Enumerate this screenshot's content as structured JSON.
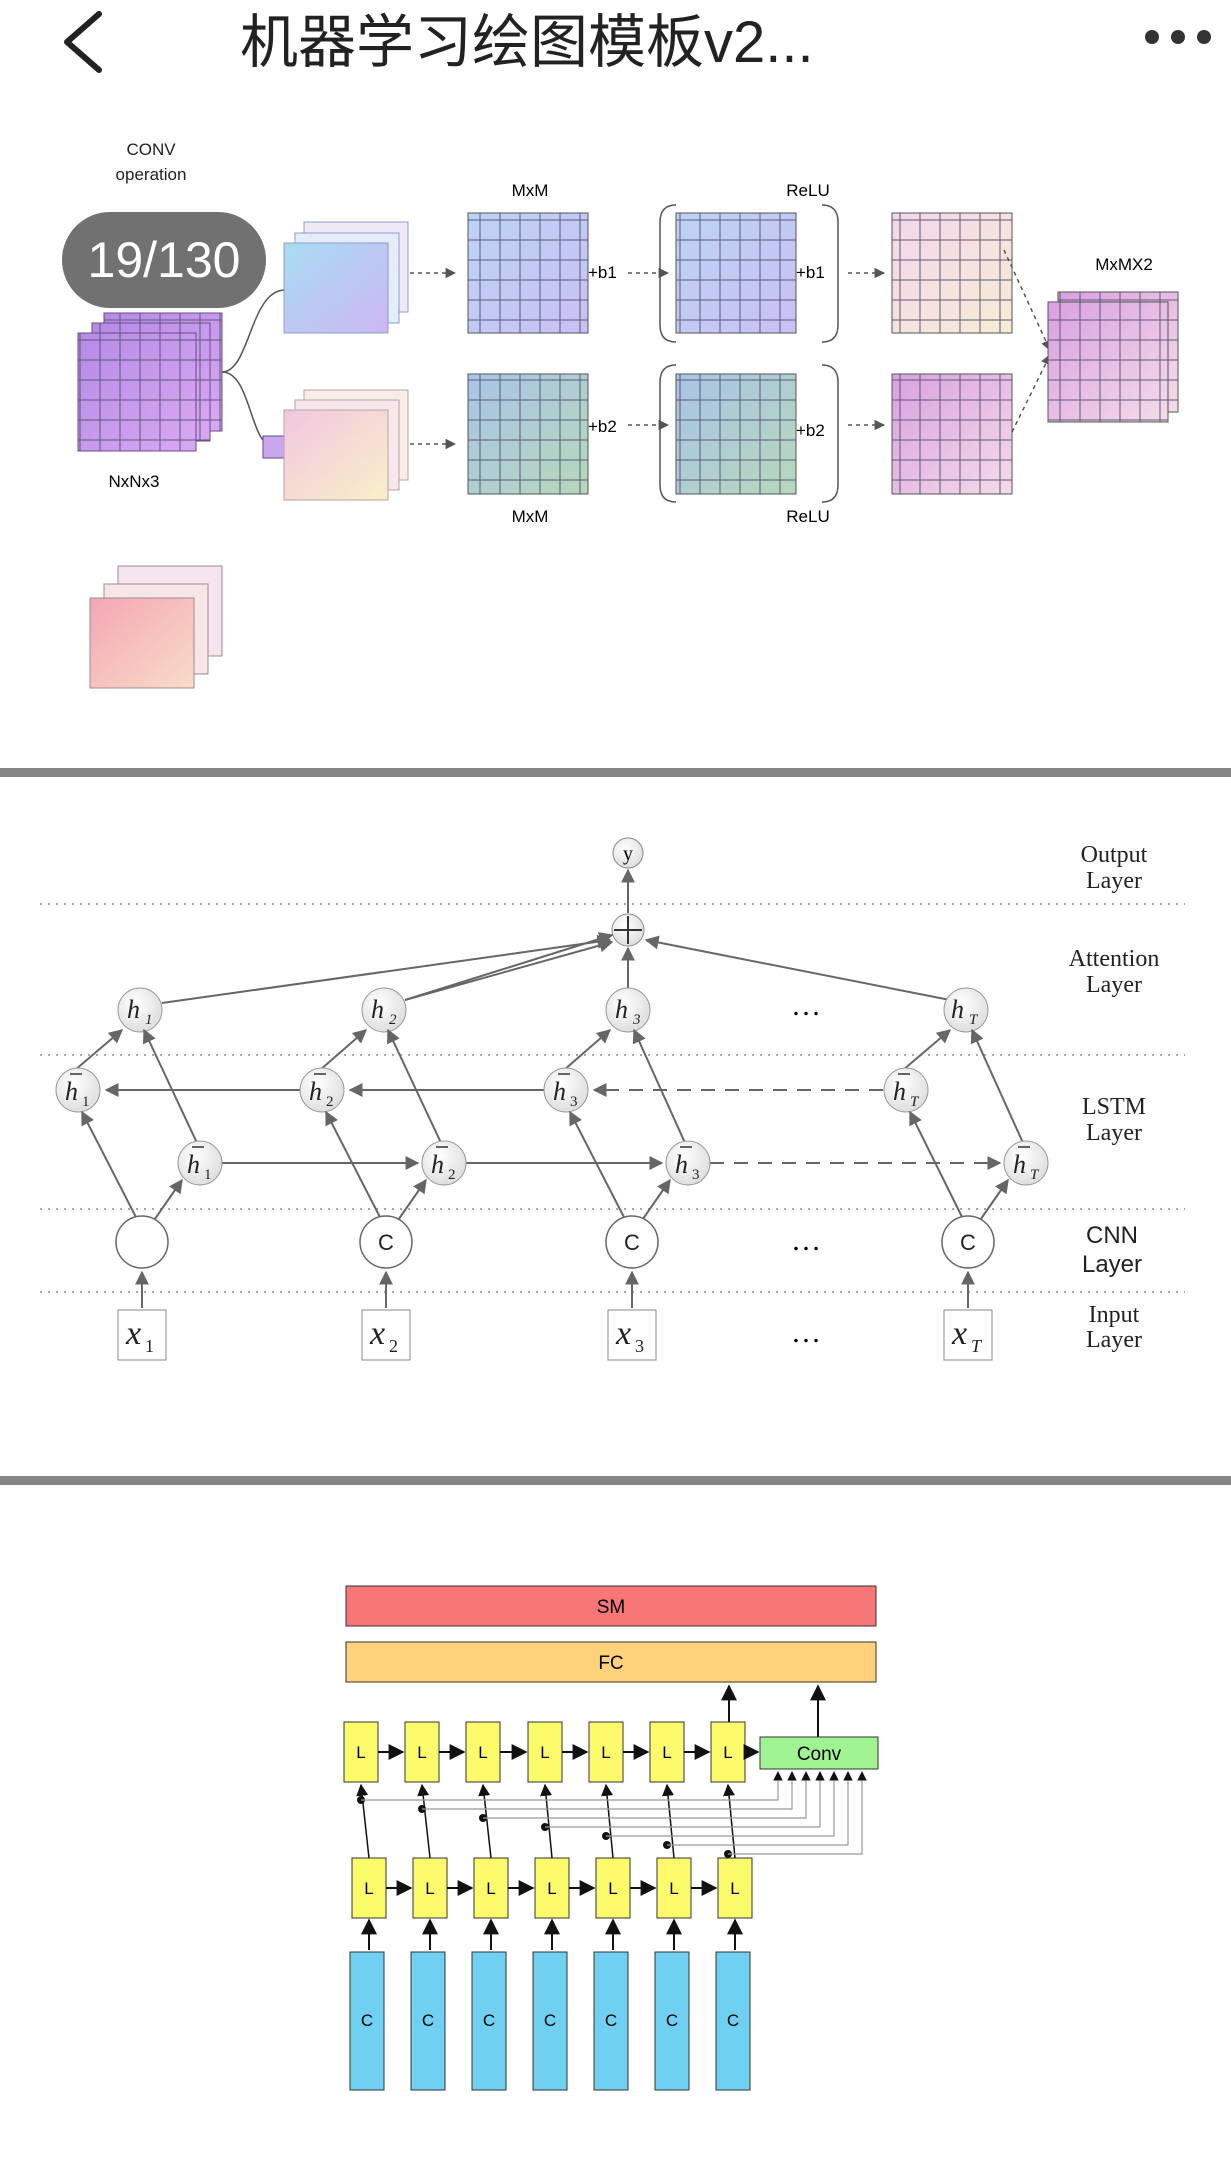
{
  "header": {
    "title": "机器学习绘图模板v2...",
    "back_icon": "chevron-left-icon",
    "more_icon": "more-dots-icon"
  },
  "page_indicator": "19/130",
  "diagram1": {
    "conv_label_1": "CONV",
    "conv_label_2": "operation",
    "input_label": "NxNx3",
    "mxm_top": "MxM",
    "mxm_bottom": "MxM",
    "relu_top": "ReLU",
    "relu_bottom": "ReLU",
    "b1": "+b1",
    "b2": "+b2",
    "output_label": "MxMX2"
  },
  "diagram2": {
    "y": "y",
    "layers": {
      "output": [
        "Output",
        "Layer"
      ],
      "attention": [
        "Attention",
        "Layer"
      ],
      "lstm": [
        "LSTM",
        "Layer"
      ],
      "cnn": [
        "CNN",
        "Layer"
      ],
      "input": [
        "Input",
        "Layer"
      ]
    },
    "h": [
      "h",
      "h",
      "h",
      "h"
    ],
    "h_subs": [
      "1",
      "2",
      "3",
      "T"
    ],
    "c": "C",
    "x": "x",
    "x_subs": [
      "1",
      "2",
      "3",
      "T"
    ],
    "ellipsis": "…"
  },
  "diagram3": {
    "sm": "SM",
    "fc": "FC",
    "conv": "Conv",
    "l": "L",
    "c": "C"
  }
}
